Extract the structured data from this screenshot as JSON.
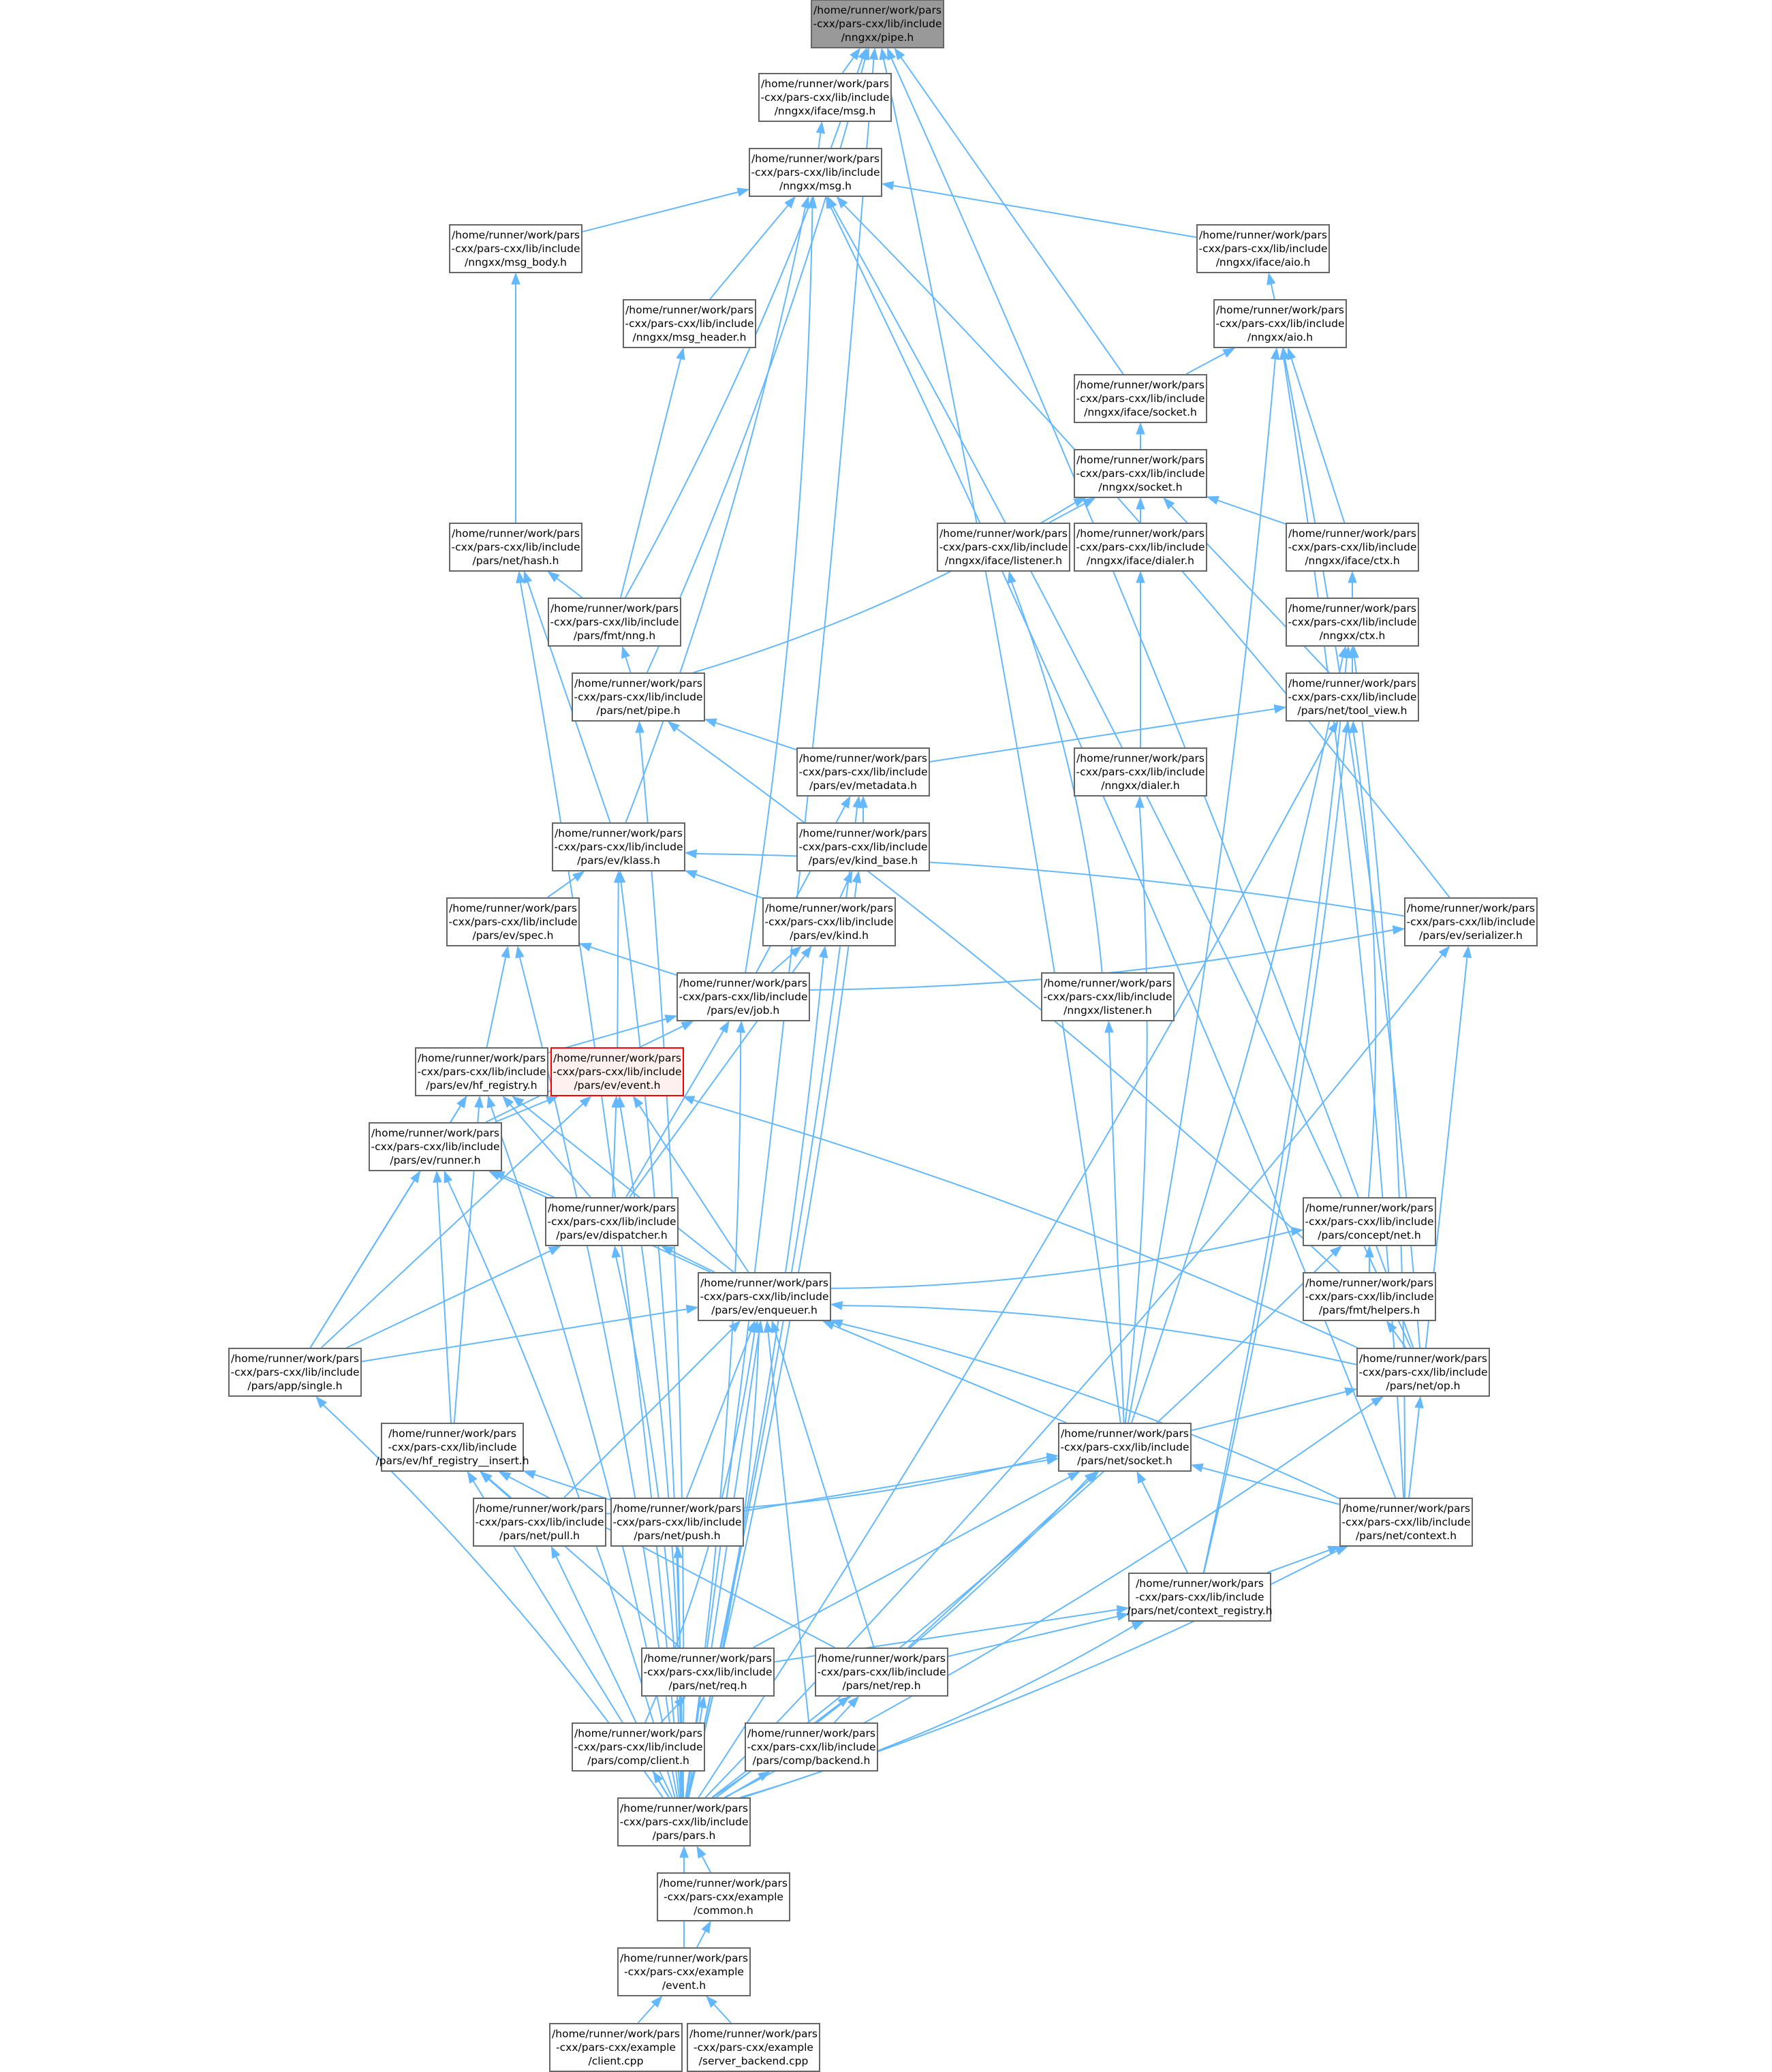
{
  "graph": {
    "edge_color": "#63b8ff",
    "node_border_color": "#666666",
    "root_fill": "#999999",
    "highlight_border": "#ff0000",
    "highlight_fill": "#fff0f0",
    "nodes": [
      {
        "id": "pipe_h",
        "label": "/home/runner/work/pars\n-cxx/pars-cxx/lib/include\n/nngxx/pipe.h",
        "style": "root"
      },
      {
        "id": "iface_msg_h",
        "label": "/home/runner/work/pars\n-cxx/pars-cxx/lib/include\n/nngxx/iface/msg.h"
      },
      {
        "id": "msg_h",
        "label": "/home/runner/work/pars\n-cxx/pars-cxx/lib/include\n/nngxx/msg.h"
      },
      {
        "id": "msg_body_h",
        "label": "/home/runner/work/pars\n-cxx/pars-cxx/lib/include\n/nngxx/msg_body.h"
      },
      {
        "id": "iface_aio_h",
        "label": "/home/runner/work/pars\n-cxx/pars-cxx/lib/include\n/nngxx/iface/aio.h"
      },
      {
        "id": "msg_header_h",
        "label": "/home/runner/work/pars\n-cxx/pars-cxx/lib/include\n/nngxx/msg_header.h"
      },
      {
        "id": "aio_h",
        "label": "/home/runner/work/pars\n-cxx/pars-cxx/lib/include\n/nngxx/aio.h"
      },
      {
        "id": "iface_socket_h",
        "label": "/home/runner/work/pars\n-cxx/pars-cxx/lib/include\n/nngxx/iface/socket.h"
      },
      {
        "id": "socket_h",
        "label": "/home/runner/work/pars\n-cxx/pars-cxx/lib/include\n/nngxx/socket.h"
      },
      {
        "id": "net_hash_h",
        "label": "/home/runner/work/pars\n-cxx/pars-cxx/lib/include\n/pars/net/hash.h"
      },
      {
        "id": "iface_listener_h",
        "label": "/home/runner/work/pars\n-cxx/pars-cxx/lib/include\n/nngxx/iface/listener.h"
      },
      {
        "id": "iface_dialer_h",
        "label": "/home/runner/work/pars\n-cxx/pars-cxx/lib/include\n/nngxx/iface/dialer.h"
      },
      {
        "id": "iface_ctx_h",
        "label": "/home/runner/work/pars\n-cxx/pars-cxx/lib/include\n/nngxx/iface/ctx.h"
      },
      {
        "id": "fmt_nng_h",
        "label": "/home/runner/work/pars\n-cxx/pars-cxx/lib/include\n/pars/fmt/nng.h"
      },
      {
        "id": "ctx_h",
        "label": "/home/runner/work/pars\n-cxx/pars-cxx/lib/include\n/nngxx/ctx.h"
      },
      {
        "id": "net_pipe_h",
        "label": "/home/runner/work/pars\n-cxx/pars-cxx/lib/include\n/pars/net/pipe.h"
      },
      {
        "id": "tool_view_h",
        "label": "/home/runner/work/pars\n-cxx/pars-cxx/lib/include\n/pars/net/tool_view.h"
      },
      {
        "id": "metadata_h",
        "label": "/home/runner/work/pars\n-cxx/pars-cxx/lib/include\n/pars/ev/metadata.h"
      },
      {
        "id": "dialer_h",
        "label": "/home/runner/work/pars\n-cxx/pars-cxx/lib/include\n/nngxx/dialer.h"
      },
      {
        "id": "klass_h",
        "label": "/home/runner/work/pars\n-cxx/pars-cxx/lib/include\n/pars/ev/klass.h"
      },
      {
        "id": "kind_base_h",
        "label": "/home/runner/work/pars\n-cxx/pars-cxx/lib/include\n/pars/ev/kind_base.h"
      },
      {
        "id": "spec_h",
        "label": "/home/runner/work/pars\n-cxx/pars-cxx/lib/include\n/pars/ev/spec.h"
      },
      {
        "id": "kind_h",
        "label": "/home/runner/work/pars\n-cxx/pars-cxx/lib/include\n/pars/ev/kind.h"
      },
      {
        "id": "serializer_h",
        "label": "/home/runner/work/pars\n-cxx/pars-cxx/lib/include\n/pars/ev/serializer.h"
      },
      {
        "id": "job_h",
        "label": "/home/runner/work/pars\n-cxx/pars-cxx/lib/include\n/pars/ev/job.h"
      },
      {
        "id": "listener_h",
        "label": "/home/runner/work/pars\n-cxx/pars-cxx/lib/include\n/nngxx/listener.h"
      },
      {
        "id": "hf_registry_h",
        "label": "/home/runner/work/pars\n-cxx/pars-cxx/lib/include\n/pars/ev/hf_registry.h"
      },
      {
        "id": "event_h",
        "label": "/home/runner/work/pars\n-cxx/pars-cxx/lib/include\n/pars/ev/event.h",
        "style": "highlight"
      },
      {
        "id": "runner_h",
        "label": "/home/runner/work/pars\n-cxx/pars-cxx/lib/include\n/pars/ev/runner.h"
      },
      {
        "id": "dispatcher_h",
        "label": "/home/runner/work/pars\n-cxx/pars-cxx/lib/include\n/pars/ev/dispatcher.h"
      },
      {
        "id": "concept_net_h",
        "label": "/home/runner/work/pars\n-cxx/pars-cxx/lib/include\n/pars/concept/net.h"
      },
      {
        "id": "enqueuer_h",
        "label": "/home/runner/work/pars\n-cxx/pars-cxx/lib/include\n/pars/ev/enqueuer.h"
      },
      {
        "id": "fmt_helpers_h",
        "label": "/home/runner/work/pars\n-cxx/pars-cxx/lib/include\n/pars/fmt/helpers.h"
      },
      {
        "id": "app_single_h",
        "label": "/home/runner/work/pars\n-cxx/pars-cxx/lib/include\n/pars/app/single.h"
      },
      {
        "id": "net_op_h",
        "label": "/home/runner/work/pars\n-cxx/pars-cxx/lib/include\n/pars/net/op.h"
      },
      {
        "id": "hf_registry_insert_h",
        "label": "/home/runner/work/pars\n-cxx/pars-cxx/lib/include\n/pars/ev/hf_registry__insert.h",
        "style": "wide"
      },
      {
        "id": "net_socket_h",
        "label": "/home/runner/work/pars\n-cxx/pars-cxx/lib/include\n/pars/net/socket.h"
      },
      {
        "id": "net_pull_h",
        "label": "/home/runner/work/pars\n-cxx/pars-cxx/lib/include\n/pars/net/pull.h"
      },
      {
        "id": "net_push_h",
        "label": "/home/runner/work/pars\n-cxx/pars-cxx/lib/include\n/pars/net/push.h"
      },
      {
        "id": "net_context_h",
        "label": "/home/runner/work/pars\n-cxx/pars-cxx/lib/include\n/pars/net/context.h"
      },
      {
        "id": "context_registry_h",
        "label": "/home/runner/work/pars\n-cxx/pars-cxx/lib/include\n/pars/net/context_registry.h",
        "style": "wide"
      },
      {
        "id": "net_req_h",
        "label": "/home/runner/work/pars\n-cxx/pars-cxx/lib/include\n/pars/net/req.h"
      },
      {
        "id": "net_rep_h",
        "label": "/home/runner/work/pars\n-cxx/pars-cxx/lib/include\n/pars/net/rep.h"
      },
      {
        "id": "comp_client_h",
        "label": "/home/runner/work/pars\n-cxx/pars-cxx/lib/include\n/pars/comp/client.h"
      },
      {
        "id": "comp_backend_h",
        "label": "/home/runner/work/pars\n-cxx/pars-cxx/lib/include\n/pars/comp/backend.h"
      },
      {
        "id": "pars_h",
        "label": "/home/runner/work/pars\n-cxx/pars-cxx/lib/include\n/pars/pars.h"
      },
      {
        "id": "example_common_h",
        "label": "/home/runner/work/pars\n-cxx/pars-cxx/example\n/common.h"
      },
      {
        "id": "example_event_h",
        "label": "/home/runner/work/pars\n-cxx/pars-cxx/example\n/event.h"
      },
      {
        "id": "client_cpp",
        "label": "/home/runner/work/pars\n-cxx/pars-cxx/example\n/client.cpp"
      },
      {
        "id": "server_backend_cpp",
        "label": "/home/runner/work/pars\n-cxx/pars-cxx/example\n/server_backend.cpp"
      }
    ],
    "edges": [
      [
        "iface_msg_h",
        "pipe_h"
      ],
      [
        "net_pipe_h",
        "pipe_h"
      ],
      [
        "fmt_nng_h",
        "pipe_h"
      ],
      [
        "net_socket_h",
        "pipe_h"
      ],
      [
        "iface_socket_h",
        "pipe_h"
      ],
      [
        "net_op_h",
        "pipe_h"
      ],
      [
        "pars_h",
        "pipe_h"
      ],
      [
        "msg_h",
        "iface_msg_h"
      ],
      [
        "msg_body_h",
        "msg_h"
      ],
      [
        "iface_aio_h",
        "msg_h"
      ],
      [
        "msg_header_h",
        "msg_h"
      ],
      [
        "klass_h",
        "msg_h"
      ],
      [
        "job_h",
        "msg_h"
      ],
      [
        "serializer_h",
        "msg_h"
      ],
      [
        "net_op_h",
        "msg_h"
      ],
      [
        "net_context_h",
        "msg_h"
      ],
      [
        "aio_h",
        "iface_aio_h"
      ],
      [
        "iface_socket_h",
        "aio_h"
      ],
      [
        "iface_ctx_h",
        "aio_h"
      ],
      [
        "net_socket_h",
        "aio_h"
      ],
      [
        "net_op_h",
        "aio_h"
      ],
      [
        "net_context_h",
        "aio_h"
      ],
      [
        "socket_h",
        "iface_socket_h"
      ],
      [
        "iface_listener_h",
        "socket_h"
      ],
      [
        "iface_dialer_h",
        "socket_h"
      ],
      [
        "iface_ctx_h",
        "socket_h"
      ],
      [
        "net_pipe_h",
        "socket_h"
      ],
      [
        "tool_view_h",
        "socket_h"
      ],
      [
        "net_hash_h",
        "msg_body_h"
      ],
      [
        "fmt_nng_h",
        "msg_header_h"
      ],
      [
        "fmt_nng_h",
        "net_hash_h"
      ],
      [
        "klass_h",
        "net_hash_h"
      ],
      [
        "pars_h",
        "net_hash_h"
      ],
      [
        "listener_h",
        "iface_listener_h"
      ],
      [
        "dialer_h",
        "iface_dialer_h"
      ],
      [
        "ctx_h",
        "iface_ctx_h"
      ],
      [
        "net_pipe_h",
        "fmt_nng_h"
      ],
      [
        "tool_view_h",
        "ctx_h"
      ],
      [
        "net_socket_h",
        "ctx_h"
      ],
      [
        "context_registry_h",
        "ctx_h"
      ],
      [
        "net_context_h",
        "ctx_h"
      ],
      [
        "metadata_h",
        "net_pipe_h"
      ],
      [
        "fmt_helpers_h",
        "net_pipe_h"
      ],
      [
        "pars_h",
        "net_pipe_h"
      ],
      [
        "metadata_h",
        "tool_view_h"
      ],
      [
        "concept_net_h",
        "tool_view_h"
      ],
      [
        "context_registry_h",
        "tool_view_h"
      ],
      [
        "pars_h",
        "tool_view_h"
      ],
      [
        "kind_base_h",
        "metadata_h"
      ],
      [
        "job_h",
        "metadata_h"
      ],
      [
        "pars_h",
        "metadata_h"
      ],
      [
        "net_socket_h",
        "dialer_h"
      ],
      [
        "spec_h",
        "klass_h"
      ],
      [
        "kind_h",
        "klass_h"
      ],
      [
        "serializer_h",
        "klass_h"
      ],
      [
        "event_h",
        "klass_h"
      ],
      [
        "pars_h",
        "klass_h"
      ],
      [
        "kind_h",
        "kind_base_h"
      ],
      [
        "pars_h",
        "kind_base_h"
      ],
      [
        "job_h",
        "spec_h"
      ],
      [
        "hf_registry_h",
        "spec_h"
      ],
      [
        "pars_h",
        "spec_h"
      ],
      [
        "job_h",
        "kind_h"
      ],
      [
        "dispatcher_h",
        "kind_h"
      ],
      [
        "pars_h",
        "kind_h"
      ],
      [
        "job_h",
        "serializer_h"
      ],
      [
        "net_op_h",
        "serializer_h"
      ],
      [
        "pars_h",
        "serializer_h"
      ],
      [
        "hf_registry_h",
        "job_h"
      ],
      [
        "runner_h",
        "job_h"
      ],
      [
        "dispatcher_h",
        "job_h"
      ],
      [
        "pars_h",
        "job_h"
      ],
      [
        "net_socket_h",
        "listener_h"
      ],
      [
        "runner_h",
        "hf_registry_h"
      ],
      [
        "dispatcher_h",
        "hf_registry_h"
      ],
      [
        "enqueuer_h",
        "hf_registry_h"
      ],
      [
        "hf_registry_insert_h",
        "hf_registry_h"
      ],
      [
        "app_single_h",
        "hf_registry_h"
      ],
      [
        "pars_h",
        "hf_registry_h"
      ],
      [
        "runner_h",
        "event_h"
      ],
      [
        "dispatcher_h",
        "event_h"
      ],
      [
        "enqueuer_h",
        "event_h"
      ],
      [
        "net_op_h",
        "event_h"
      ],
      [
        "pars_h",
        "event_h"
      ],
      [
        "app_single_h",
        "event_h"
      ],
      [
        "dispatcher_h",
        "runner_h"
      ],
      [
        "enqueuer_h",
        "runner_h"
      ],
      [
        "hf_registry_insert_h",
        "runner_h"
      ],
      [
        "app_single_h",
        "runner_h"
      ],
      [
        "pars_h",
        "runner_h"
      ],
      [
        "enqueuer_h",
        "dispatcher_h"
      ],
      [
        "app_single_h",
        "dispatcher_h"
      ],
      [
        "pars_h",
        "dispatcher_h"
      ],
      [
        "enqueuer_h",
        "concept_net_h"
      ],
      [
        "fmt_helpers_h",
        "concept_net_h"
      ],
      [
        "pars_h",
        "concept_net_h"
      ],
      [
        "app_single_h",
        "enqueuer_h"
      ],
      [
        "net_op_h",
        "enqueuer_h"
      ],
      [
        "net_socket_h",
        "enqueuer_h"
      ],
      [
        "net_pull_h",
        "enqueuer_h"
      ],
      [
        "net_push_h",
        "enqueuer_h"
      ],
      [
        "net_context_h",
        "enqueuer_h"
      ],
      [
        "net_req_h",
        "enqueuer_h"
      ],
      [
        "net_rep_h",
        "enqueuer_h"
      ],
      [
        "comp_client_h",
        "enqueuer_h"
      ],
      [
        "comp_backend_h",
        "enqueuer_h"
      ],
      [
        "pars_h",
        "enqueuer_h"
      ],
      [
        "net_op_h",
        "fmt_helpers_h"
      ],
      [
        "pars_h",
        "app_single_h"
      ],
      [
        "net_socket_h",
        "net_op_h"
      ],
      [
        "net_context_h",
        "net_op_h"
      ],
      [
        "pars_h",
        "net_op_h"
      ],
      [
        "net_pull_h",
        "hf_registry_insert_h"
      ],
      [
        "net_push_h",
        "hf_registry_insert_h"
      ],
      [
        "net_req_h",
        "hf_registry_insert_h"
      ],
      [
        "net_rep_h",
        "hf_registry_insert_h"
      ],
      [
        "pars_h",
        "hf_registry_insert_h"
      ],
      [
        "net_pull_h",
        "net_socket_h"
      ],
      [
        "net_push_h",
        "net_socket_h"
      ],
      [
        "net_context_h",
        "net_socket_h"
      ],
      [
        "context_registry_h",
        "net_socket_h"
      ],
      [
        "net_req_h",
        "net_socket_h"
      ],
      [
        "net_rep_h",
        "net_socket_h"
      ],
      [
        "pars_h",
        "net_socket_h"
      ],
      [
        "pars_h",
        "net_pull_h"
      ],
      [
        "pars_h",
        "net_push_h"
      ],
      [
        "context_registry_h",
        "net_context_h"
      ],
      [
        "pars_h",
        "net_context_h"
      ],
      [
        "net_req_h",
        "context_registry_h"
      ],
      [
        "net_rep_h",
        "context_registry_h"
      ],
      [
        "pars_h",
        "context_registry_h"
      ],
      [
        "comp_client_h",
        "net_req_h"
      ],
      [
        "pars_h",
        "net_req_h"
      ],
      [
        "comp_backend_h",
        "net_rep_h"
      ],
      [
        "pars_h",
        "net_rep_h"
      ],
      [
        "pars_h",
        "comp_client_h"
      ],
      [
        "pars_h",
        "comp_backend_h"
      ],
      [
        "example_common_h",
        "pars_h"
      ],
      [
        "example_event_h",
        "pars_h"
      ],
      [
        "example_event_h",
        "example_common_h"
      ],
      [
        "client_cpp",
        "example_event_h"
      ],
      [
        "server_backend_cpp",
        "example_event_h"
      ]
    ]
  }
}
